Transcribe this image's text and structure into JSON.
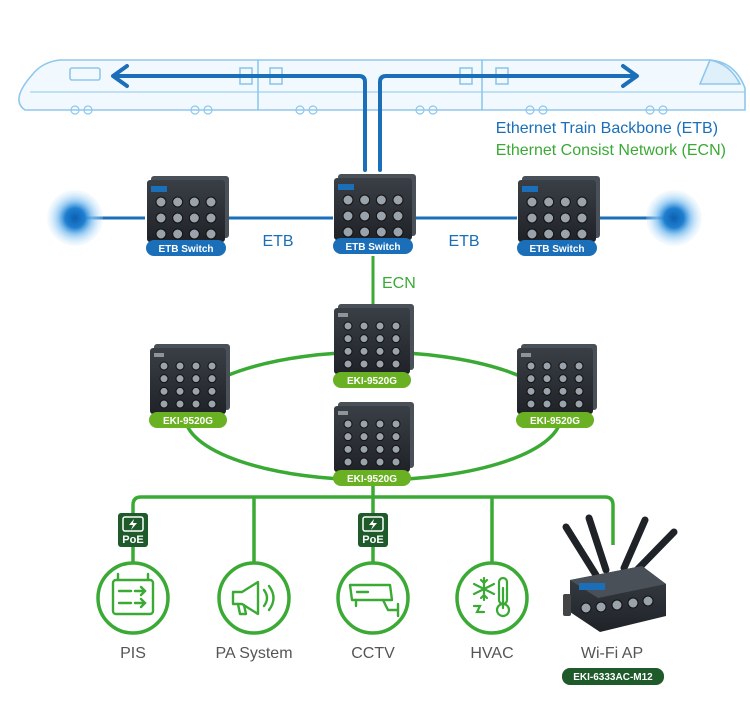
{
  "legend": {
    "etb": "Ethernet Train Backbone (ETB)",
    "ecn": "Ethernet Consist Network (ECN)"
  },
  "link_labels": {
    "etb_left": "ETB",
    "etb_right": "ETB",
    "ecn": "ECN"
  },
  "etb_switches": [
    {
      "label": "ETB Switch"
    },
    {
      "label": "ETB Switch"
    },
    {
      "label": "ETB Switch"
    }
  ],
  "ring_switches": [
    {
      "label": "EKI-9520G"
    },
    {
      "label": "EKI-9520G"
    },
    {
      "label": "EKI-9520G"
    },
    {
      "label": "EKI-9520G"
    }
  ],
  "poe_badge": "PoE",
  "devices": [
    {
      "label": "PIS",
      "icon": "pis-display-icon"
    },
    {
      "label": "PA System",
      "icon": "megaphone-icon"
    },
    {
      "label": "CCTV",
      "icon": "cctv-camera-icon"
    },
    {
      "label": "HVAC",
      "icon": "hvac-thermometer-icon"
    },
    {
      "label": "Wi-Fi AP",
      "icon": "wifi-ap-device-icon"
    }
  ],
  "wifi_model": "EKI-6333AC-M12",
  "colors": {
    "etb_blue": "#1a6fb8",
    "ecn_green": "#3aaa35",
    "label_green": "#6ab023",
    "dark_badge": "#1e5a2a",
    "device_dark": "#2b3036",
    "train_outline": "#8fc7ec"
  }
}
